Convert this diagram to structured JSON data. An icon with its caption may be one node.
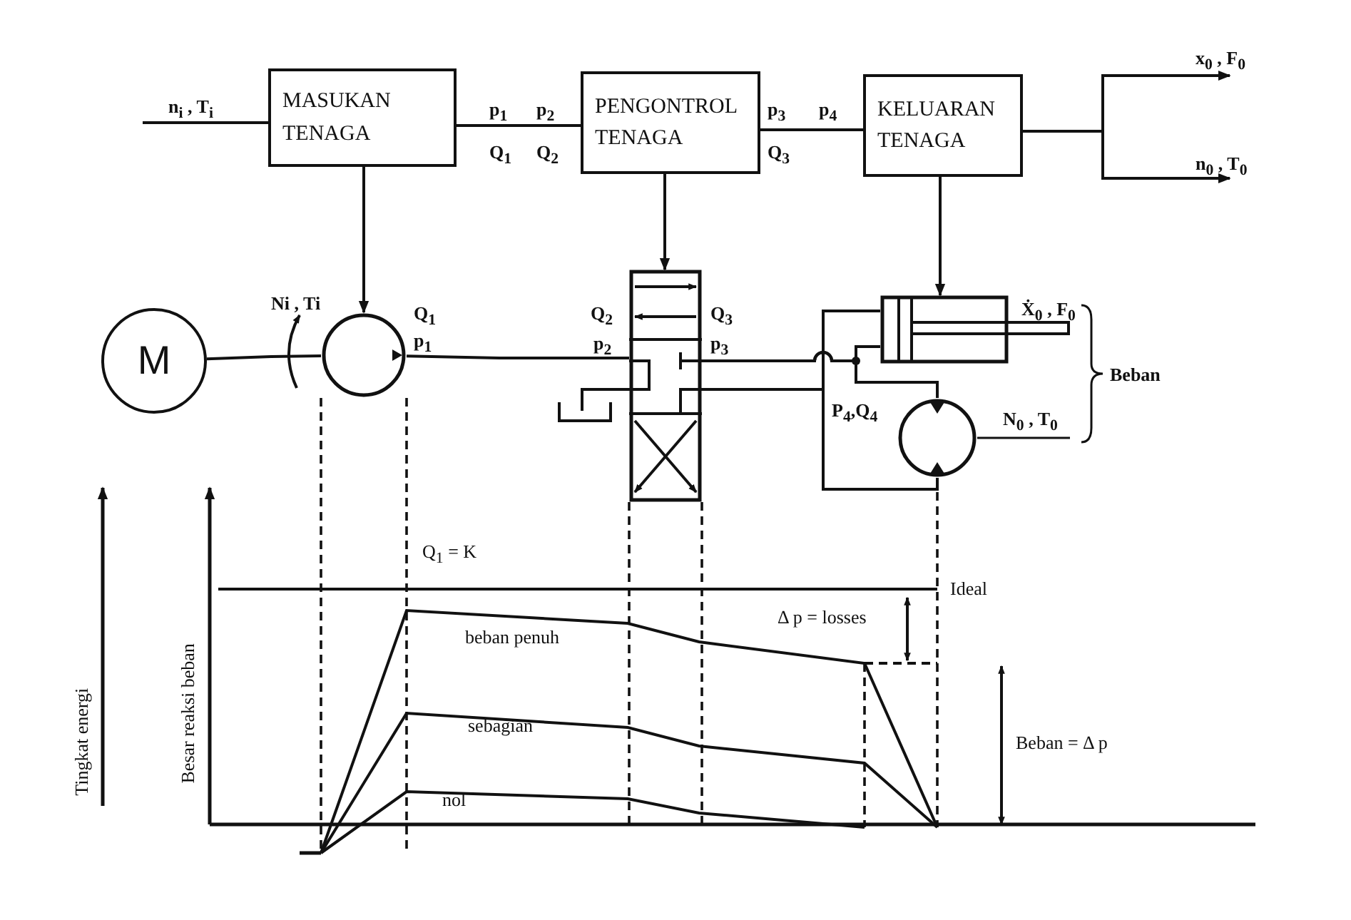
{
  "diagram": {
    "nodes": [
      {
        "text": [
          "MASUKAN TENAGA"
        ]
      },
      {
        "text": [
          "PENGONTROL TENAGA"
        ]
      },
      {
        "text": [
          "KELUARAN TENAGA"
        ]
      },
      {
        "text": [
          "M"
        ]
      },
      {
        "text": [],
        "shape": "circle"
      },
      {
        "text": [],
        "shape": "box"
      },
      {
        "text": [],
        "shape": "cylinder"
      },
      {
        "text": [],
        "shape": "circle"
      }
    ],
    "edges": [
      {
        "from": null,
        "to": 0,
        "arrow": "none",
        "label": "n$_{i}$ , T$_{i}$"
      },
      {
        "from": 0,
        "to": 1,
        "arrow": "none"
      },
      {
        "from": 1,
        "to": 2,
        "arrow": "none"
      },
      {
        "from": 2,
        "to": null,
        "arrow": "to",
        "label": "x$_{0}$ , F$_{0}$"
      },
      {
        "from": 2,
        "to": null,
        "arrow": "to",
        "label": "n$_{0}$ , T$_{0}$"
      },
      {
        "from": 0,
        "to": 4,
        "arrow": "to"
      },
      {
        "from": 1,
        "to": 5,
        "arrow": "to"
      },
      {
        "from": 2,
        "to": 6,
        "arrow": "to"
      },
      {
        "from": 3,
        "to": 4,
        "arrow": "none"
      },
      {
        "from": 4,
        "to": 5,
        "arrow": "none"
      },
      {
        "from": 5,
        "to": 6,
        "arrow": "none"
      },
      {
        "from": 5,
        "to": 7,
        "arrow": "none"
      },
      {
        "from": 5,
        "to": 6,
        "arrow": "none"
      },
      {
        "from": 5,
        "to": 7,
        "arrow": "none"
      }
    ],
    "labels": [
      "p$_{1}$",
      "p$_{2}$",
      "Q$_{1}$",
      "Q$_{2}$",
      "p$_{3}$",
      "p$_{4}$",
      "Q$_{3}$",
      "Ni , Ti",
      "Q$_{1}$",
      "p$_{1}$",
      "Q$_{2}$",
      "Q$_{3}$",
      "p$_{2}$",
      "p$_{3}$",
      "Ẋ$_{0}$ , F$_{0}$",
      "Beban",
      "P$_{4}$,Q$_{4}$",
      "N$_{0}$ , T$_{0}$",
      "Q$_{1}$ = K",
      "Ideal",
      "beban penuh",
      "Δ p = losses",
      "Tingkat energi",
      "Besar reaksi beban",
      "sebagian",
      "Beban = Δ p",
      "nol"
    ]
  }
}
